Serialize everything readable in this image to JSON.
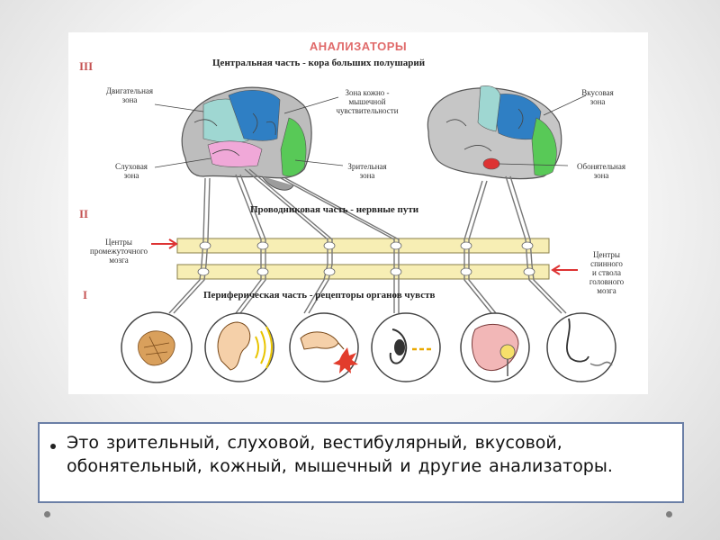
{
  "figure": {
    "title": "АНАЛИЗАТОРЫ",
    "levels": {
      "three": "III",
      "two": "II",
      "one": "I"
    },
    "sections": {
      "central": "Центральная часть - кора больших полушарий",
      "conductive": "Проводниковая часть - нервные пути",
      "peripheral": "Периферическая часть - рецепторы органов чувств"
    },
    "labels": {
      "motor": [
        "Двигательная",
        "зона"
      ],
      "skin": [
        "Зона кожно -",
        "мышечной",
        "чувствительности"
      ],
      "auditory": [
        "Слуховая",
        "зона"
      ],
      "visual": [
        "Зрительная",
        "зона"
      ],
      "taste": [
        "Вкусовая",
        "зона"
      ],
      "olfactory": [
        "Обонятельная",
        "зона"
      ],
      "diencephalon": [
        "Центры",
        "промежуточного",
        "мозга"
      ],
      "spinal": [
        "Центры",
        "спинного",
        "и ствола",
        "головного",
        "мозга"
      ]
    }
  },
  "bullet": {
    "text": "Это  зрительный, слуховой, вестибулярный, вкусовой, обонятельный, кожный, мышечный и другие анализаторы."
  }
}
